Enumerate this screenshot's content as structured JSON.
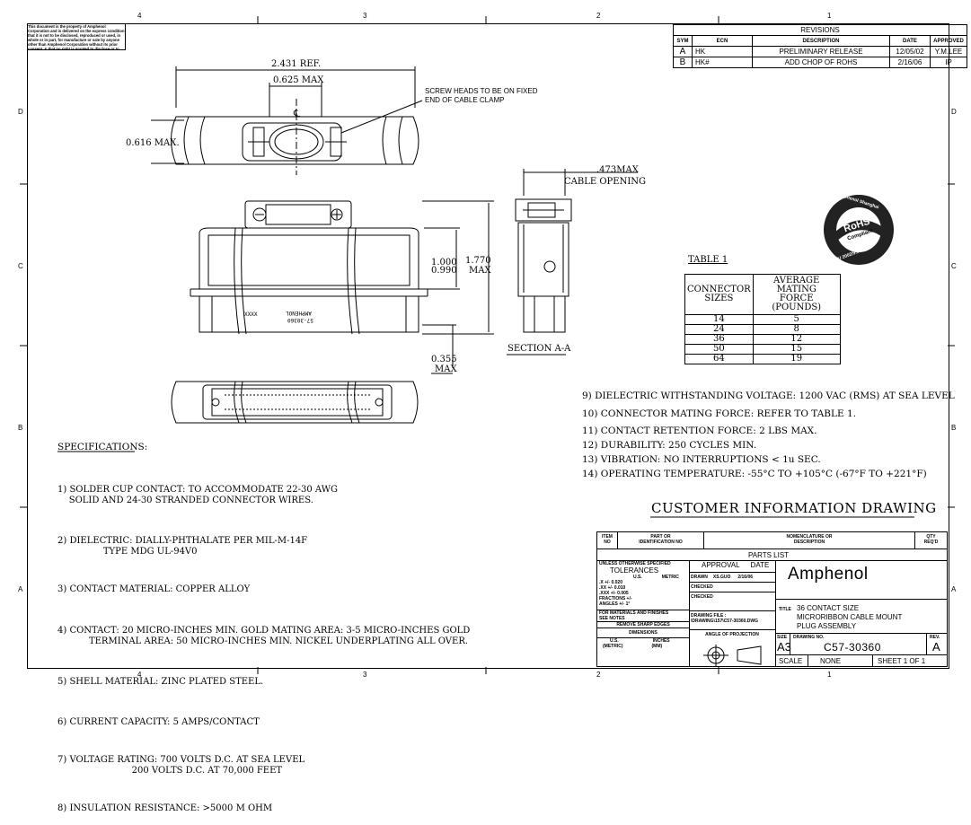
{
  "frame": {
    "zones_top": [
      "4",
      "3",
      "2",
      "1"
    ],
    "zones_bottom": [
      "4",
      "3",
      "2",
      "1"
    ],
    "zones_left": [
      "D",
      "C",
      "B",
      "A"
    ],
    "zones_right": [
      "D",
      "C",
      "B",
      "A"
    ]
  },
  "disclaimer": "This document is the property of Amphenol Corporation and is delivered on the express condition that it is not to be disclosed, reproduced or used, in whole or in part, for manufacture or sale by anyone other than Amphenol Corporation without its prior consent, & that no right is granted to disclose or to use any information in this document.",
  "revisions": {
    "title": "REVISIONS",
    "headers": [
      "SYM",
      "ECN",
      "DESCRIPTION",
      "DATE",
      "APPROVED"
    ],
    "rows": [
      {
        "sym": "A",
        "ecn": "HK",
        "description": "PRELIMINARY RELEASE",
        "date": "12/05/02",
        "approved": "Y.M.LEE"
      },
      {
        "sym": "B",
        "ecn": "HK#",
        "description": "ADD CHOP OF  ROHS",
        "date": "2/16/06",
        "approved": "IP"
      }
    ]
  },
  "dimensions": {
    "ref": "2.431 REF.",
    "max_width": "0.625 MAX",
    "centerline": "℄",
    "screw_note_1": "SCREW HEADS TO BE ON FIXED",
    "screw_note_2": "END OF CABLE CLAMP",
    "height_max": "0.616 MAX.",
    "cable_opening_1": ".473MAX",
    "cable_opening_2": "CABLE OPENING",
    "dim_1000": "1.000",
    "dim_0990": "0.990",
    "dim_1770": "1.770",
    "dim_1770_max": "MAX",
    "dim_0355": "0.355",
    "dim_0355_max": "MAX",
    "section": "SECTION A-A",
    "part_mark_1": "XXXX",
    "part_mark_2": "AMPHENOL",
    "part_mark_3": "57-30360"
  },
  "rohs_stamp": {
    "center": "RoHS",
    "sub": "Compliant",
    "ring_top": "Amphenol Shanghai",
    "ring_bottom": "EU 2002/95/EC"
  },
  "table1": {
    "title": "TABLE 1",
    "headers": [
      [
        "CONNECTOR",
        "SIZES"
      ],
      [
        "AVERAGE MATING",
        "FORCE (POUNDS)"
      ]
    ],
    "sizes": [
      "14",
      "24",
      "36",
      "50",
      "64"
    ],
    "forces": [
      "5",
      "8",
      "12",
      "15",
      "19"
    ]
  },
  "notes_right": [
    "9) DIELECTRIC WITHSTANDING VOLTAGE: 1200 VAC (RMS) AT SEA LEVEL",
    "10) CONNECTOR MATING FORCE: REFER TO TABLE 1.",
    "11) CONTACT RETENTION FORCE: 2 LBS MAX.",
    "12) DURABILITY: 250 CYCLES MIN.",
    "13) VIBRATION: NO INTERRUPTIONS < 1u SEC.",
    "14) OPERATING TEMPERATURE: -55°C TO +105°C (-67°F TO +221°F)"
  ],
  "specifications": {
    "title": "SPECIFICATIONS:",
    "items": [
      [
        "1) SOLDER CUP CONTACT: TO ACCOMMODATE 22-30 AWG",
        "    SOLID AND 24-30 STRANDED CONNECTOR WIRES."
      ],
      [
        "2) DIELECTRIC: DIALLY-PHTHALATE PER MIL-M-14F",
        "                TYPE MDG UL-94V0"
      ],
      [
        "3) CONTACT MATERIAL: COPPER ALLOY"
      ],
      [
        "4) CONTACT: 20 MICRO-INCHES MIN. GOLD MATING AREA: 3-5 MICRO-INCHES GOLD",
        "           TERMINAL AREA: 50 MICRO-INCHES MIN. NICKEL UNDERPLATING ALL OVER."
      ],
      [
        "5) SHELL MATERIAL: ZINC PLATED STEEL."
      ],
      [
        "6) CURRENT CAPACITY: 5 AMPS/CONTACT"
      ],
      [
        "7) VOLTAGE RATING: 700 VOLTS D.C. AT SEA LEVEL",
        "                          200 VOLTS D.C. AT 70,000 FEET"
      ],
      [
        "8) INSULATION RESISTANCE: >5000 M OHM"
      ]
    ]
  },
  "drawing_title": "CUSTOMER INFORMATION DRAWING",
  "title_block": {
    "item_no": [
      "ITEM",
      "NO"
    ],
    "part_no": [
      "PART  OR",
      "IDENTIFICATION NO"
    ],
    "nomenclature": [
      "NOMENCLATURE OR",
      "DESCRIPTION"
    ],
    "qty": [
      "QTY",
      "REQ'D"
    ],
    "parts_list": "PARTS LIST",
    "unless": "UNLESS OTHERWISE SPECIFIED",
    "tolerances": "TOLERANCES",
    "us": "U.S.",
    "metric": "METRIC",
    "tol_rows": [
      ".X  +/-   0.020",
      ".XX  +/-   0.010",
      ".XXX +/-   0.005",
      "FRACTIONS +/-",
      "ANGLES +/-   1°"
    ],
    "materials_note_1": "FOR MATERIALS AND FINISHES",
    "materials_note_2": "SEE NOTES",
    "sharp_edges": "REMOVE SHARP EDGES",
    "dimensions_label": "DIMENSIONS",
    "dim_us": "U.S.",
    "dim_inches": "INCHES",
    "dim_metric": "(METRIC)",
    "dim_mm": "(MM)",
    "approval": "APPROVAL",
    "date": "DATE",
    "drawn_label": "DRAWN",
    "drawn_by": "XS.GUO",
    "drawn_date": "2/16/06",
    "checked_1": "CHECKED",
    "checked_2": "CHECKED",
    "drawing_file_label": "DRAWING FILE :",
    "drawing_file": "\\DRAWING\\157\\C57-30360.DWG",
    "angle_projection": "ANGLE OF PROJECTION",
    "company": "Amphenol",
    "title_label": "TITLE",
    "title_1": "36 CONTACT SIZE",
    "title_2": "MICRORIBBON CABLE MOUNT",
    "title_3": "PLUG ASSEMBLY",
    "size_label": "SIZE",
    "size": "A3",
    "drawing_no_label": "DRAWING NO.",
    "drawing_no": "C57-30360",
    "rev_label": "REV.",
    "rev": "A",
    "scale_label": "SCALE",
    "scale": "NONE",
    "sheet": "SHEET  1   OF  1"
  }
}
